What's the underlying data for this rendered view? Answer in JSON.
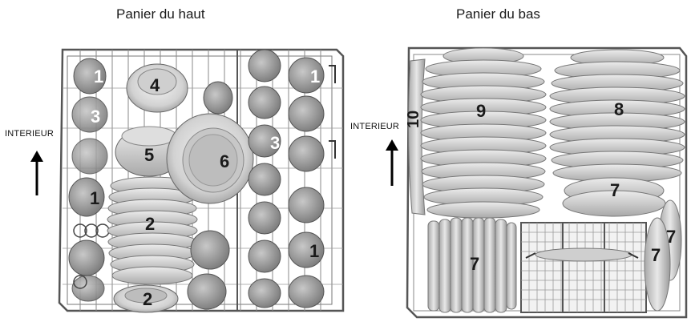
{
  "titles": {
    "top_basket": "Panier du haut",
    "bottom_basket": "Panier du bas"
  },
  "direction_labels": {
    "left": "INTERIEUR",
    "right": "INTERIEUR"
  },
  "top_basket_labels": {
    "cup_1a": "1",
    "cup_3a": "3",
    "cup_1b": "1",
    "bowl_4": "4",
    "bowl_5": "5",
    "plate_6": "6",
    "saucers_2": "2",
    "saucer_2b": "2",
    "cup_1c": "1",
    "cup_3b": "3",
    "cup_1d": "1"
  },
  "bottom_basket_labels": {
    "plates_9": "9",
    "plates_8": "8",
    "tray_10": "10",
    "bowls_7a": "7",
    "plates_7b": "7",
    "side_7c": "7",
    "side_7d": "7"
  },
  "colors": {
    "wire": "#555555",
    "dish_light": "#e6e6e6",
    "dish_mid": "#bdbdbd",
    "dish_dark": "#8a8a8a",
    "cup": "#9a9a9a"
  }
}
